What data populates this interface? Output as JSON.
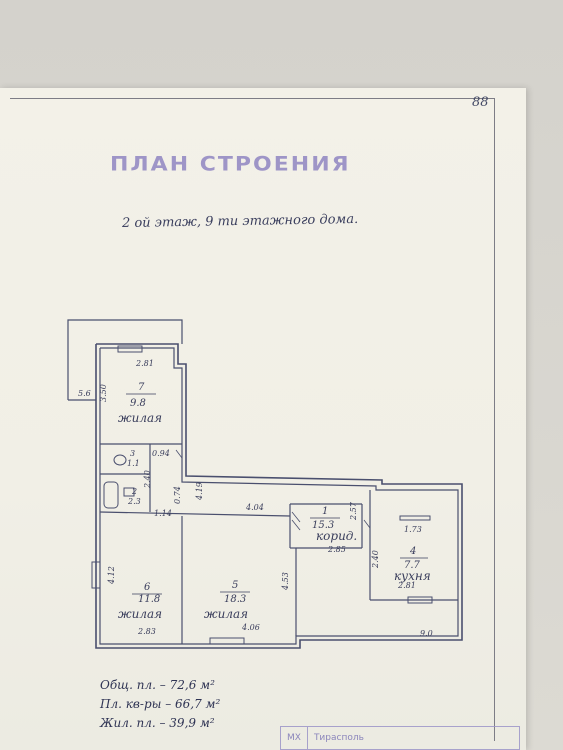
{
  "page_number": "88",
  "title": "ПЛАН СТРОЕНИЯ",
  "subtitle": "2 ой этаж, 9 ти этажного дома.",
  "rooms": [
    {
      "num": "7",
      "area": "9.8",
      "name": "жилая"
    },
    {
      "num": "3",
      "area": "1.1",
      "name": ""
    },
    {
      "num": "2",
      "area": "2.3",
      "name": ""
    },
    {
      "num": "1",
      "area": "15.3",
      "name": "корид."
    },
    {
      "num": "4",
      "area": "7.7",
      "name": "кухня"
    },
    {
      "num": "6",
      "area": "11.8",
      "name": "жилая"
    },
    {
      "num": "5",
      "area": "18.3",
      "name": "жилая"
    }
  ],
  "dimensions": {
    "d_281": "2.81",
    "d_350": "3.50",
    "d_56": "5.6",
    "d_094": "0.94",
    "d_240": "2.40",
    "d_114": "1.14",
    "d_074": "0.74",
    "d_419": "4.19",
    "d_404": "4.04",
    "d_257": "2.57",
    "d_285": "2.85",
    "d_173": "1.73",
    "d_240b": "2.40",
    "d_281b": "2.81",
    "d_412": "4.12",
    "d_283": "2.83",
    "d_453": "4.53",
    "d_406": "4.06",
    "d_90": "9.0"
  },
  "totals": {
    "total": "Общ. пл. – 72,6 м²",
    "apartment": "Пл. кв-ры – 66,7 м²",
    "living": "Жил. пл. – 39,9 м²"
  },
  "stamp": {
    "left": "МХ",
    "city": "Тирасполь"
  }
}
